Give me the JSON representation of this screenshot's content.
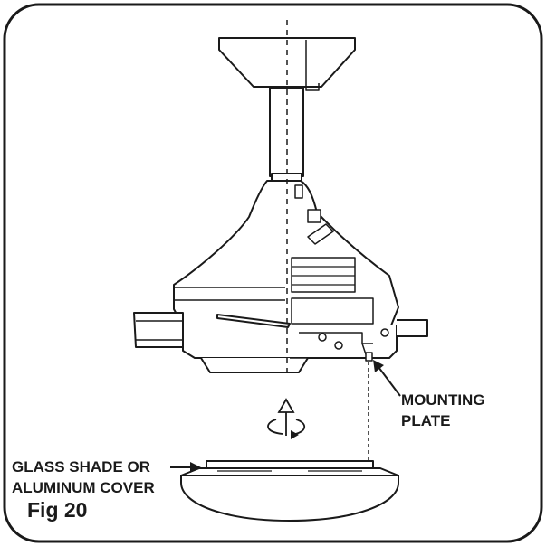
{
  "figure_label": "Fig 20",
  "callouts": {
    "mounting_plate": [
      "MOUNTING",
      "PLATE"
    ],
    "glass_shade": [
      "GLASS SHADE OR",
      "ALUMINUM COVER"
    ]
  },
  "icons": [
    "rotate-arrow-icon"
  ],
  "colors": {
    "line": "#1a1a1a",
    "background": "#ffffff"
  }
}
